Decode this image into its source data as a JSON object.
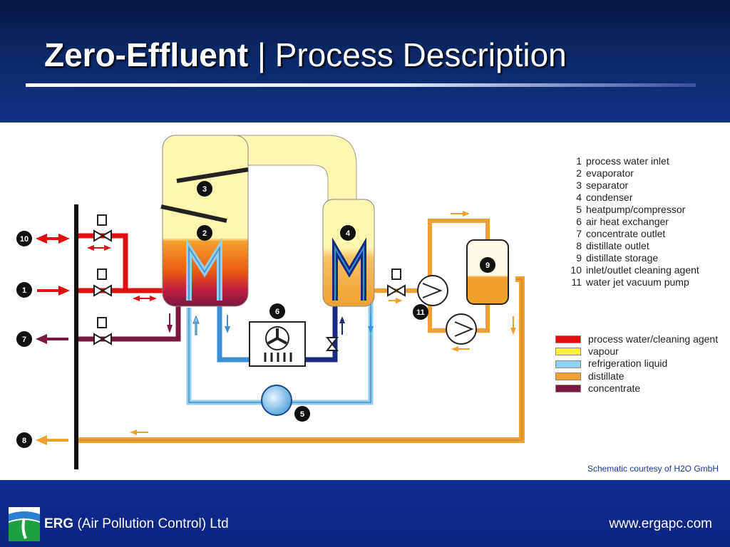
{
  "slide": {
    "title_bold": "Zero-Effluent",
    "title_rest": " | Process Description"
  },
  "legend": [
    {
      "num": "1",
      "label": "process water inlet"
    },
    {
      "num": "2",
      "label": "evaporator"
    },
    {
      "num": "3",
      "label": "separator"
    },
    {
      "num": "4",
      "label": "condenser"
    },
    {
      "num": "5",
      "label": "heatpump/compressor"
    },
    {
      "num": "6",
      "label": "air heat exchanger"
    },
    {
      "num": "7",
      "label": "concentrate outlet"
    },
    {
      "num": "8",
      "label": "distillate outlet"
    },
    {
      "num": "9",
      "label": "distillate storage"
    },
    {
      "num": "10",
      "label": "inlet/outlet cleaning agent"
    },
    {
      "num": "11",
      "label": "water jet vacuum pump"
    }
  ],
  "color_legend": [
    {
      "label": "process water/cleaning agent",
      "color": "#e01010"
    },
    {
      "label": "vapour",
      "color": "#fff23a"
    },
    {
      "label": "refrigeration liquid",
      "color": "#8fd0f0"
    },
    {
      "label": "distillate",
      "color": "#f0a030"
    },
    {
      "label": "concentrate",
      "color": "#7a1840"
    }
  ],
  "diagram_labels": {
    "n1": "1",
    "n2": "2",
    "n3": "3",
    "n4": "4",
    "n5": "5",
    "n6": "6",
    "n7": "7",
    "n8": "8",
    "n9": "9",
    "n10": "10",
    "n11": "11"
  },
  "courtesy": "Schematic courtesy of H2O GmbH",
  "footer": {
    "company_bold": "ERG",
    "company_rest": " (Air Pollution Control) Ltd",
    "website": "www.ergapc.com"
  },
  "colors": {
    "background": "#0d2a78",
    "panel": "#ffffff",
    "process_water": "#e01010",
    "vapour": "#fff23a",
    "refrigeration": "#8fd0f0",
    "distillate": "#f0a030",
    "concentrate": "#7a1840"
  }
}
